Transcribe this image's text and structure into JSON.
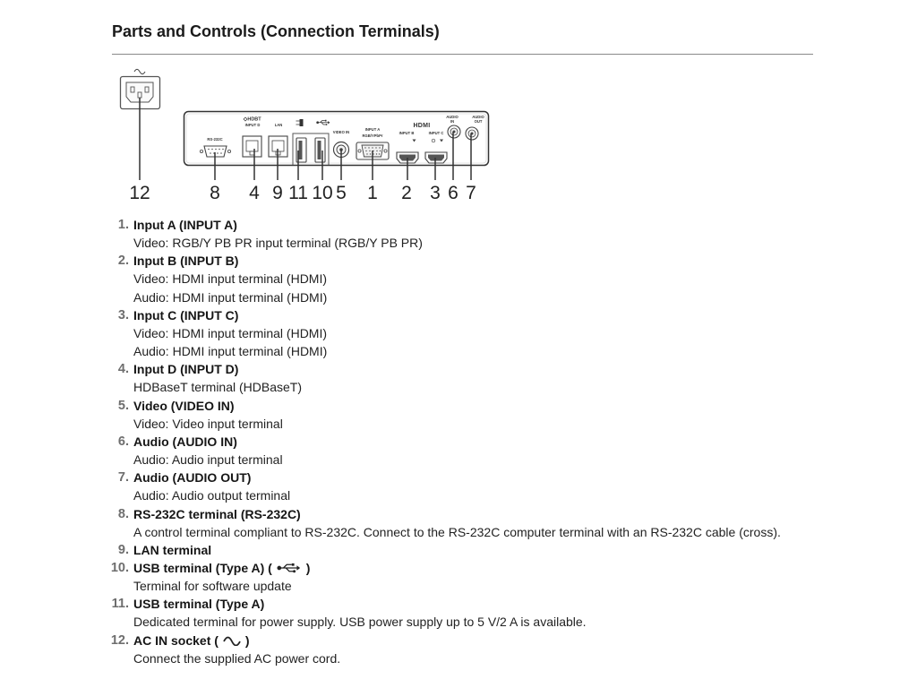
{
  "page": {
    "title": "Parts and Controls (Connection Terminals)"
  },
  "diagram": {
    "labels": {
      "rs232c": "RS-232C",
      "hdbaset_logo": "HDBT",
      "input_d": "INPUT D",
      "lan": "LAN",
      "video_in": "VIDEO IN",
      "input_a": "INPUT A",
      "input_a_sub": "RGB/YPbPr",
      "hdmi_logo": "HDMI",
      "input_b": "INPUT B",
      "input_c": "INPUT C",
      "audio_in": [
        "AUDIO",
        "IN"
      ],
      "audio_out": [
        "AUDIO",
        "OUT"
      ]
    },
    "callouts": {
      "ac_in": "12",
      "rs232c": "8",
      "input_d": "4",
      "lan": "9",
      "usb_power": "11",
      "usb_update": "10",
      "video_in": "5",
      "input_a": "1",
      "input_b": "2",
      "input_c": "3",
      "audio_in": "6",
      "audio_out": "7"
    },
    "icons": [
      "ac-symbol-icon",
      "usb-power-icon",
      "usb-icon"
    ]
  },
  "items": [
    {
      "number": "1.",
      "title": "Input A (INPUT A)",
      "lines": [
        "Video: RGB/Y PB PR input terminal (RGB/Y PB PR)"
      ]
    },
    {
      "number": "2.",
      "title": "Input B (INPUT B)",
      "lines": [
        "Video: HDMI input terminal (HDMI)",
        "Audio: HDMI input terminal (HDMI)"
      ]
    },
    {
      "number": "3.",
      "title": "Input C (INPUT C)",
      "lines": [
        "Video: HDMI input terminal (HDMI)",
        "Audio: HDMI input terminal (HDMI)"
      ]
    },
    {
      "number": "4.",
      "title": "Input D (INPUT D)",
      "lines": [
        "HDBaseT terminal (HDBaseT)"
      ]
    },
    {
      "number": "5.",
      "title": "Video (VIDEO IN)",
      "lines": [
        "Video: Video input terminal"
      ]
    },
    {
      "number": "6.",
      "title": "Audio (AUDIO IN)",
      "lines": [
        "Audio: Audio input terminal"
      ]
    },
    {
      "number": "7.",
      "title": "Audio (AUDIO OUT)",
      "lines": [
        "Audio: Audio output terminal"
      ]
    },
    {
      "number": "8.",
      "title": "RS-232C terminal (RS-232C)",
      "lines": [
        "A control terminal compliant to RS-232C. Connect to the RS-232C computer terminal with an RS-232C cable (cross)."
      ]
    },
    {
      "number": "9.",
      "title": "LAN terminal",
      "lines": []
    },
    {
      "number": "10.",
      "title": "USB terminal (Type A) (",
      "icon": "usb-icon",
      "title_end": ")",
      "lines": [
        "Terminal for software update"
      ]
    },
    {
      "number": "11.",
      "title": "USB terminal (Type A)",
      "lines": [
        "Dedicated terminal for power supply. USB power supply up to 5 V/2 A is available."
      ]
    },
    {
      "number": "12.",
      "title": "AC IN socket (",
      "icon": "ac-power-icon",
      "title_end": ")",
      "lines": [
        "Connect the supplied AC power cord."
      ]
    }
  ],
  "colors": {
    "text": "#222222",
    "number": "#6e6e6e",
    "rule": "#8a8a8a"
  }
}
